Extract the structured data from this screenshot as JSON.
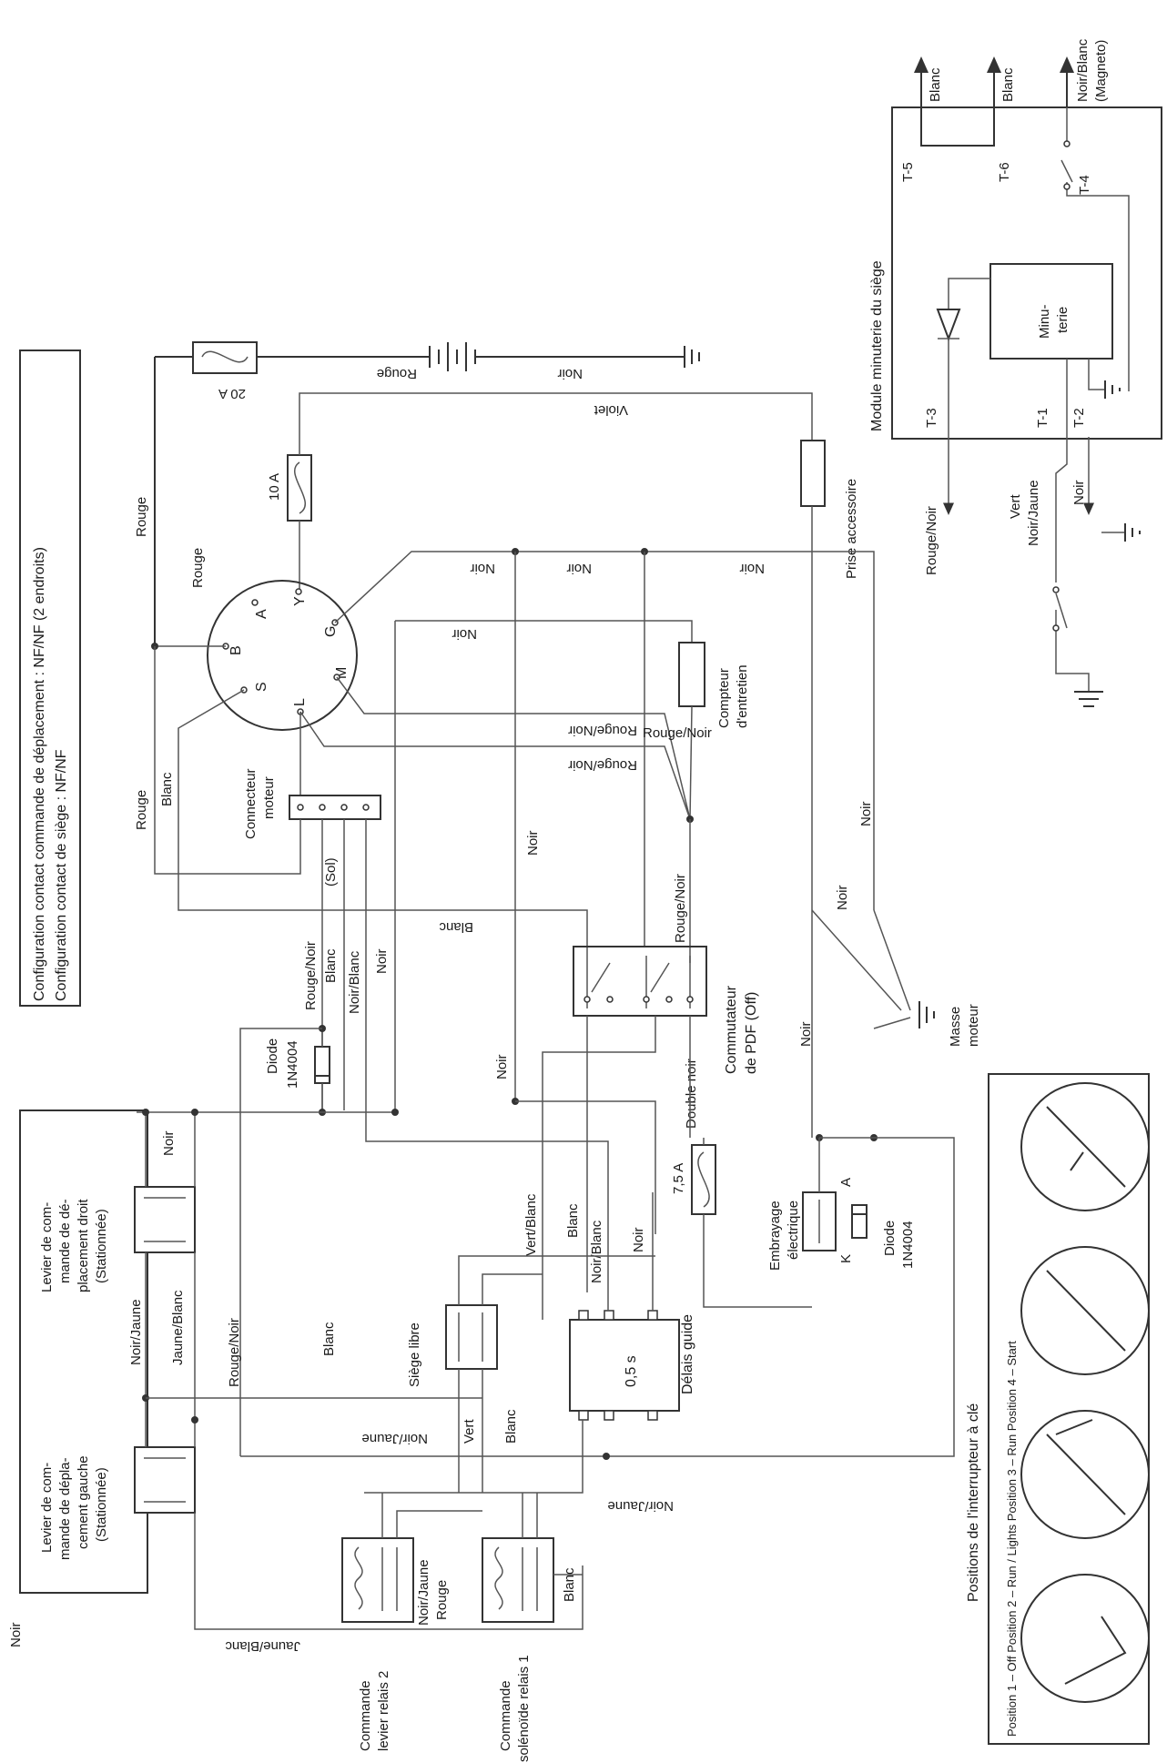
{
  "config": {
    "line1": "Configuration contact commande de déplacement : NF/NF (2 endroits)",
    "line2": "Configuration contact de siège : NF/NF"
  },
  "seat_module": {
    "title": "Module minuterie du siège",
    "timer": [
      "Minu-",
      "terie"
    ],
    "terminals": [
      "T-1",
      "T-2",
      "T-3",
      "T-4",
      "T-5",
      "T-6"
    ],
    "blanc1": "Blanc",
    "blanc2": "Blanc",
    "magneto": [
      "Noir/Blanc",
      "(Magneto)"
    ],
    "rouge_noir": "Rouge/Noir",
    "vert_nj": [
      "Vert",
      "Noir/Jaune"
    ],
    "noir": "Noir"
  },
  "top_circuit": {
    "fuse20": "20 A",
    "rouge": "Rouge",
    "noir": "Noir",
    "fuse10": "10 A",
    "violet": "Violet",
    "prise": "Prise accessoire",
    "rouge_left": "Rouge",
    "rouge_switch": "Rouge",
    "noir_ign1": "Noir",
    "noir_ign2": "Noir",
    "noir_ign3": "Noir",
    "noir_ign4": "Noir",
    "compteur": [
      "Compteur",
      "d'entretien"
    ],
    "rn1": "Rouge/Noir",
    "rn2": "Rouge/Noir",
    "rn3": "Rouge/Noir"
  },
  "ignition": {
    "terminals": [
      "A",
      "Y",
      "B",
      "G",
      "S",
      "L",
      "M"
    ]
  },
  "engine": {
    "connecteur": [
      "Connecteur",
      "moteur"
    ],
    "rouge": "Rouge",
    "blanc": "Blanc",
    "sol": "(Sol)",
    "blanc2": "Blanc",
    "noir_v1": "Noir",
    "noir_v2": "Noir",
    "noir_v3": "Noir",
    "masse": [
      "Masse",
      "moteur"
    ]
  },
  "pto": {
    "label": [
      "Commutateur",
      "de PDF (Off)"
    ],
    "double_noir": "Double noir",
    "noir": "Noir"
  },
  "diode_top": {
    "label": [
      "Diode",
      "1N4004"
    ],
    "wires": [
      "Rouge/Noir",
      "Blanc",
      "Noir/Blanc",
      "Noir"
    ]
  },
  "middle": {
    "noir1": "Noir",
    "fuse75": "7,5 A",
    "embrayage": [
      "Embrayage",
      "électrique"
    ],
    "diode": [
      "Diode",
      "1N4004"
    ],
    "a": "A",
    "k": "K",
    "vert_blanc": "Vert/Blanc",
    "blanc": "Blanc",
    "noir_blanc": "Noir/Blanc",
    "noir2": "Noir",
    "delai": "0,5 s",
    "delai_label": "Délais guide",
    "siege": "Siège libre",
    "blanc_v": "Blanc",
    "vert": "Vert",
    "blanc3": "Blanc",
    "noir_jaune1": "Noir/Jaune",
    "noir_jaune2": "Noir/Jaune"
  },
  "levers": {
    "right": [
      "Levier de com-",
      "mande de dé-",
      "placement droit",
      "(Stationnée)"
    ],
    "left": [
      "Levier de com-",
      "mande de dépla-",
      "cement gauche",
      "(Stationnée)"
    ],
    "noir_top": "Noir",
    "noir_outer": "Noir",
    "noir_jaune": "Noir/Jaune",
    "jaune_blanc": "Jaune/Blanc",
    "rouge_noir": "Rouge/Noir",
    "jaune_blanc2": "Jaune/Blanc"
  },
  "relays": {
    "relais2": [
      "Commande",
      "levier relais 2"
    ],
    "relais1": [
      "Commande",
      "solénoïde relais 1"
    ],
    "noir_jaune": "Noir/Jaune",
    "rouge": "Rouge",
    "blanc": "Blanc"
  },
  "positions": {
    "title": "Positions de l'interrupteur à clé",
    "caption": "Position 1 – Off Position 2 – Run / Lights Position 3 – Run Position 4 – Start"
  }
}
